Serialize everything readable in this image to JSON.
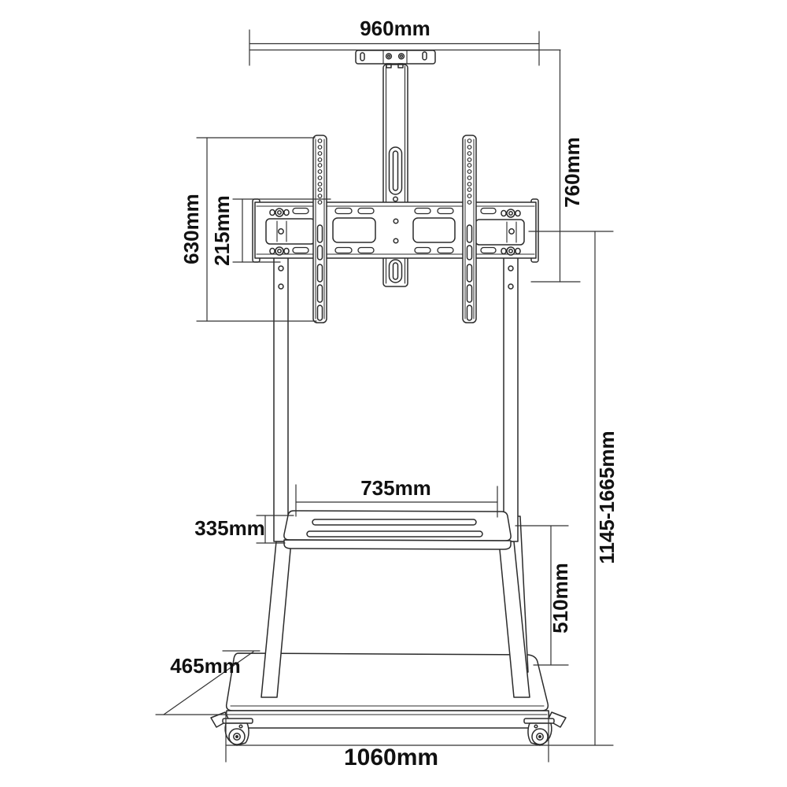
{
  "labels": {
    "top_width": "960mm",
    "mount_height": "760mm",
    "rail_height": "630mm",
    "plate_height": "215mm",
    "shelf_width": "735mm",
    "shelf_depth": "335mm",
    "height_range": "1145-1665mm",
    "shelf_to_base": "510mm",
    "base_depth": "465mm",
    "base_width": "1060mm"
  },
  "style": {
    "background": "#ffffff",
    "line_color": "#2b2b2b",
    "dimension_line_color": "#333333",
    "text_color": "#111111"
  }
}
